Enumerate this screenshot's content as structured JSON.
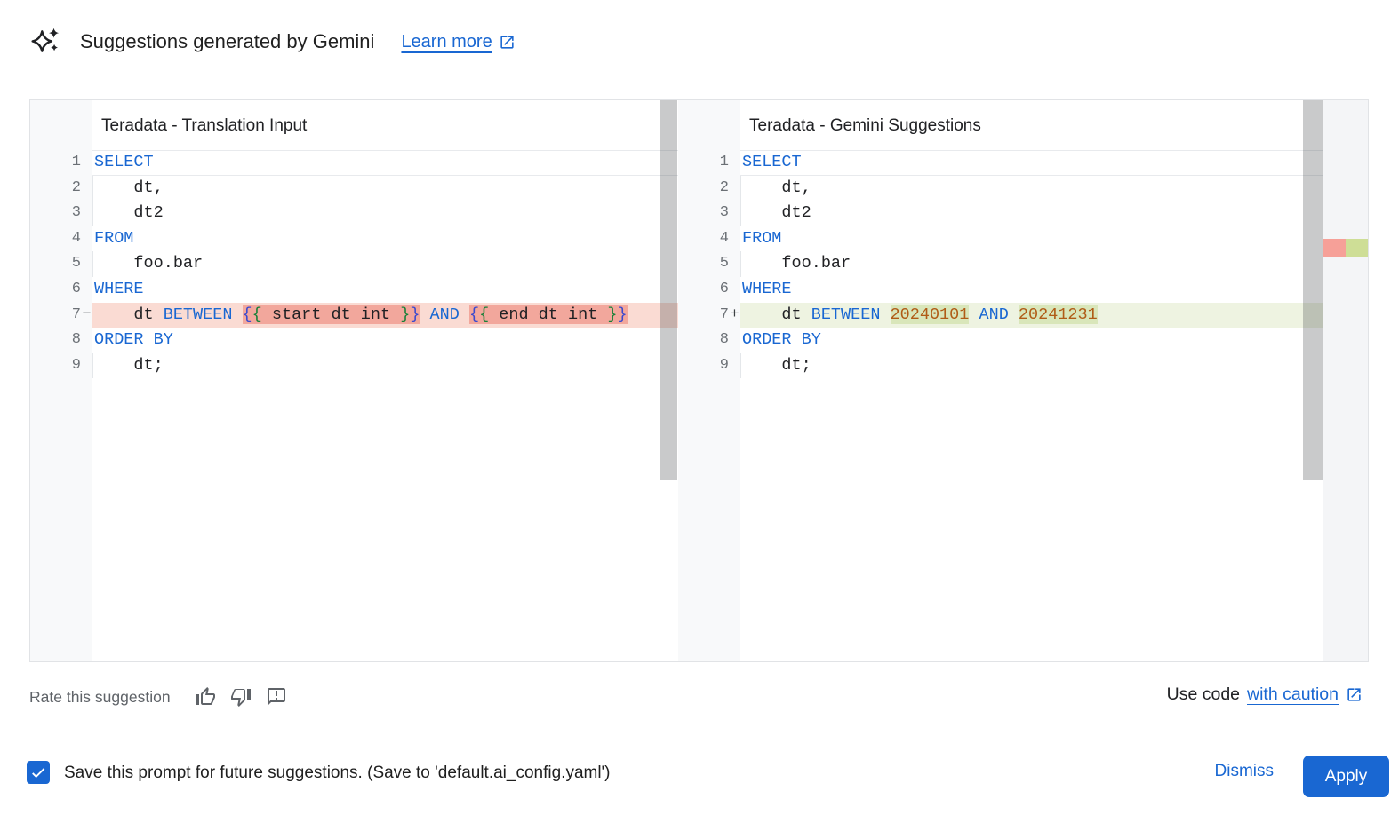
{
  "colors": {
    "accent_blue": "#1967d2",
    "keyword": "#1967d2",
    "brace_outer": "#3949cf",
    "brace_inner": "#188038",
    "number_literal": "#b05b16",
    "removed_line_bg": "#fadbd3",
    "removed_word_bg": "#f2a79c",
    "added_line_bg": "#eef3e1",
    "added_word_bg": "#d9e6ba"
  },
  "header": {
    "icon": "gemini-sparkle-icon",
    "title": "Suggestions generated by Gemini",
    "learn_more_label": "Learn more"
  },
  "editors": {
    "left": {
      "title": "Teradata - Translation Input",
      "lines": [
        {
          "num": "1",
          "sign": "",
          "cls": "cur",
          "tokens": [
            {
              "t": "SELECT",
              "c": "kw"
            }
          ]
        },
        {
          "num": "2",
          "sign": "",
          "ind": true,
          "tokens": [
            {
              "t": "    dt,",
              "c": "pl"
            }
          ]
        },
        {
          "num": "3",
          "sign": "",
          "ind": true,
          "tokens": [
            {
              "t": "    dt2",
              "c": "pl"
            }
          ]
        },
        {
          "num": "4",
          "sign": "",
          "tokens": [
            {
              "t": "FROM",
              "c": "kw"
            }
          ]
        },
        {
          "num": "5",
          "sign": "",
          "ind": true,
          "tokens": [
            {
              "t": "    foo.bar",
              "c": "pl"
            }
          ]
        },
        {
          "num": "6",
          "sign": "",
          "tokens": [
            {
              "t": "WHERE",
              "c": "kw"
            }
          ]
        },
        {
          "num": "7",
          "sign": "−",
          "cls": "removed",
          "tokens": [
            {
              "t": "    dt ",
              "c": "pl"
            },
            {
              "t": "BETWEEN",
              "c": "kw"
            },
            {
              "t": " ",
              "c": "pl"
            },
            {
              "t": "{",
              "c": "bo",
              "bg": "del"
            },
            {
              "t": "{",
              "c": "bi",
              "bg": "del"
            },
            {
              "t": " start_dt_int ",
              "c": "pl",
              "bg": "del"
            },
            {
              "t": "}",
              "c": "bi",
              "bg": "del"
            },
            {
              "t": "}",
              "c": "bo",
              "bg": "del"
            },
            {
              "t": " ",
              "c": "pl"
            },
            {
              "t": "AND",
              "c": "kw"
            },
            {
              "t": " ",
              "c": "pl"
            },
            {
              "t": "{",
              "c": "bo",
              "bg": "del"
            },
            {
              "t": "{",
              "c": "bi",
              "bg": "del"
            },
            {
              "t": " end_dt_int ",
              "c": "pl",
              "bg": "del"
            },
            {
              "t": "}",
              "c": "bi",
              "bg": "del"
            },
            {
              "t": "}",
              "c": "bo",
              "bg": "del"
            }
          ]
        },
        {
          "num": "8",
          "sign": "",
          "tokens": [
            {
              "t": "ORDER BY",
              "c": "kw"
            }
          ]
        },
        {
          "num": "9",
          "sign": "",
          "ind": true,
          "tokens": [
            {
              "t": "    dt;",
              "c": "pl"
            }
          ]
        }
      ]
    },
    "right": {
      "title": "Teradata - Gemini Suggestions",
      "lines": [
        {
          "num": "1",
          "sign": "",
          "cls": "cur",
          "tokens": [
            {
              "t": "SELECT",
              "c": "kw"
            }
          ]
        },
        {
          "num": "2",
          "sign": "",
          "ind": true,
          "tokens": [
            {
              "t": "    dt,",
              "c": "pl"
            }
          ]
        },
        {
          "num": "3",
          "sign": "",
          "ind": true,
          "tokens": [
            {
              "t": "    dt2",
              "c": "pl"
            }
          ]
        },
        {
          "num": "4",
          "sign": "",
          "tokens": [
            {
              "t": "FROM",
              "c": "kw"
            }
          ]
        },
        {
          "num": "5",
          "sign": "",
          "ind": true,
          "tokens": [
            {
              "t": "    foo.bar",
              "c": "pl"
            }
          ]
        },
        {
          "num": "6",
          "sign": "",
          "tokens": [
            {
              "t": "WHERE",
              "c": "kw"
            }
          ]
        },
        {
          "num": "7",
          "sign": "+",
          "cls": "added",
          "tokens": [
            {
              "t": "    dt ",
              "c": "pl"
            },
            {
              "t": "BETWEEN",
              "c": "kw"
            },
            {
              "t": " ",
              "c": "pl"
            },
            {
              "t": "20240101",
              "c": "num",
              "bg": "add"
            },
            {
              "t": " ",
              "c": "pl"
            },
            {
              "t": "AND",
              "c": "kw"
            },
            {
              "t": " ",
              "c": "pl"
            },
            {
              "t": "20241231",
              "c": "num",
              "bg": "add"
            }
          ]
        },
        {
          "num": "8",
          "sign": "",
          "tokens": [
            {
              "t": "ORDER BY",
              "c": "kw"
            }
          ]
        },
        {
          "num": "9",
          "sign": "",
          "ind": true,
          "tokens": [
            {
              "t": "    dt;",
              "c": "pl"
            }
          ]
        }
      ]
    }
  },
  "footer": {
    "rate_label": "Rate this suggestion",
    "icons": [
      "thumb-up-icon",
      "thumb-down-icon",
      "feedback-icon"
    ],
    "use_code_prefix": "Use code",
    "use_code_link_label": "with caution"
  },
  "action_bar": {
    "save_checkbox_checked": true,
    "save_label": "Save this prompt for future suggestions. (Save to 'default.ai_config.yaml')",
    "dismiss_label": "Dismiss",
    "apply_label": "Apply"
  }
}
